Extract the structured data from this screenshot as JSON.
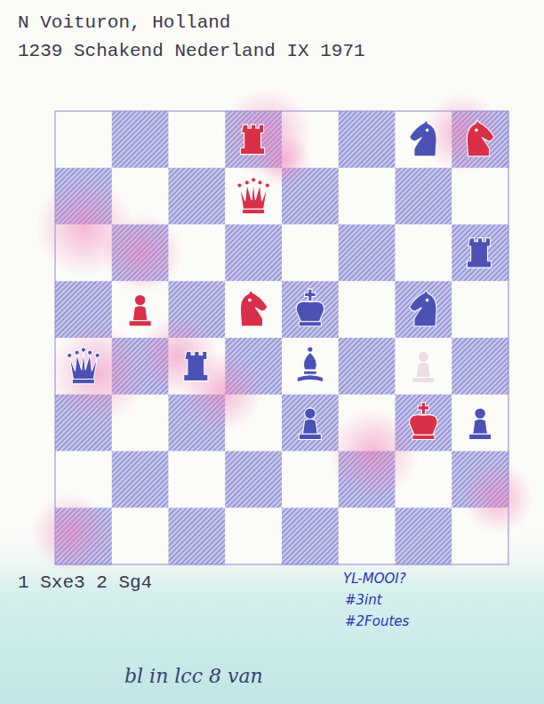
{
  "diagram": {
    "title": "N Voituron, Holland",
    "labels": [
      "1239 Schakend Nederland IX 1971",
      "1 Sxe3 2 Sg4",
      "YL-MOOI?",
      "#3int",
      "#2Foutes",
      "bl in lcc 8 van"
    ]
  }
}
